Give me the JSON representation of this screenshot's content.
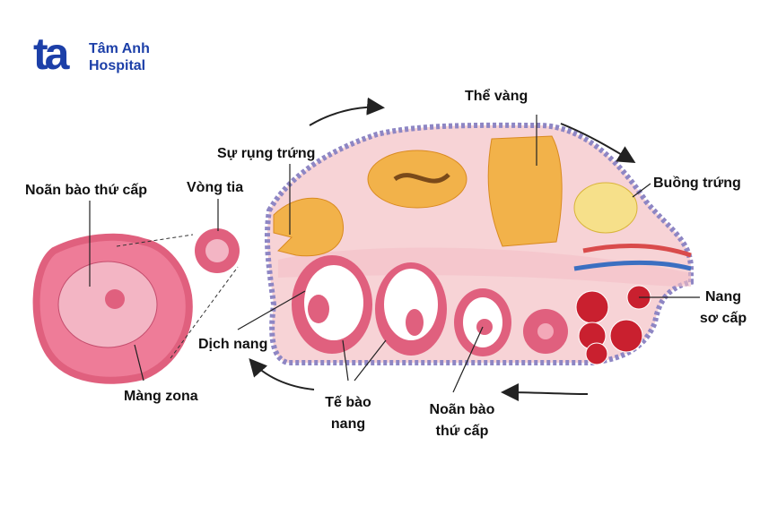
{
  "logo": {
    "mark": "ta",
    "line1": "Tâm Anh",
    "line2": "Hospital",
    "color": "#1c3fa8"
  },
  "labels": {
    "secondary_oocyte_left": "Noãn bào thứ cấp",
    "corona_radiata": "Vòng tia",
    "ovulation": "Sự rụng trứng",
    "corpus_luteum": "Thể vàng",
    "ovary": "Buồng trứng",
    "primary_follicle_1": "Nang",
    "primary_follicle_2": "sơ cấp",
    "follicular_fluid": "Dịch nang",
    "zona_pellucida": "Màng  zona",
    "follicle_cells_1": "Tế bào",
    "follicle_cells_2": "nang",
    "secondary_oocyte_1": "Noãn bào",
    "secondary_oocyte_2": "thứ cấp"
  },
  "colors": {
    "ovary_fill": "#f7d3d6",
    "follicle": "#e0607e",
    "luteum": "#f2b24a",
    "membrane": "#8e86c4"
  }
}
